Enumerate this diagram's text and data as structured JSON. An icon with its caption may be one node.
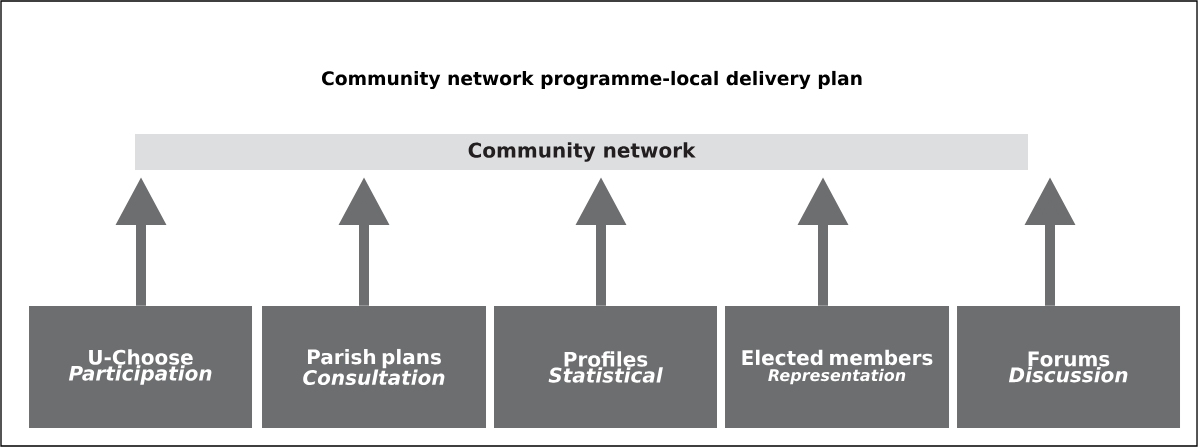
{
  "diagram": {
    "title": "Community network programme-local delivery plan",
    "nodes": [
      {
        "text": [
          "Community network"
        ]
      },
      {
        "text": [
          "U-Choose",
          "Participation"
        ]
      },
      {
        "text": [
          "Parish plans",
          "Consultation"
        ]
      },
      {
        "text": [
          "Profiles",
          "Statistical"
        ]
      },
      {
        "text": [
          "Elected members",
          "Representation"
        ]
      },
      {
        "text": [
          "Forums",
          "Discussion"
        ]
      }
    ],
    "edges": [
      {
        "from": 1,
        "to": 0,
        "arrow": "to"
      },
      {
        "from": 2,
        "to": 0,
        "arrow": "to"
      },
      {
        "from": 3,
        "to": 0,
        "arrow": "to"
      },
      {
        "from": 4,
        "to": 0,
        "arrow": "to"
      },
      {
        "from": 5,
        "to": 0,
        "arrow": "to"
      }
    ]
  }
}
